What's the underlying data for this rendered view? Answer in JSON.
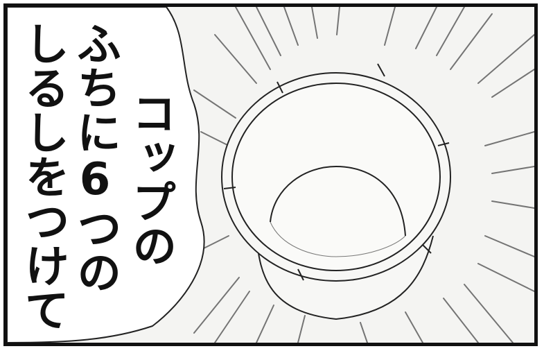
{
  "caption": {
    "lines": [
      "コップの",
      "ふちに6つの",
      "しるしをつけて"
    ]
  },
  "colors": {
    "ink": "#111111",
    "paper": "#f4f4f2",
    "bubble": "#ffffff"
  }
}
